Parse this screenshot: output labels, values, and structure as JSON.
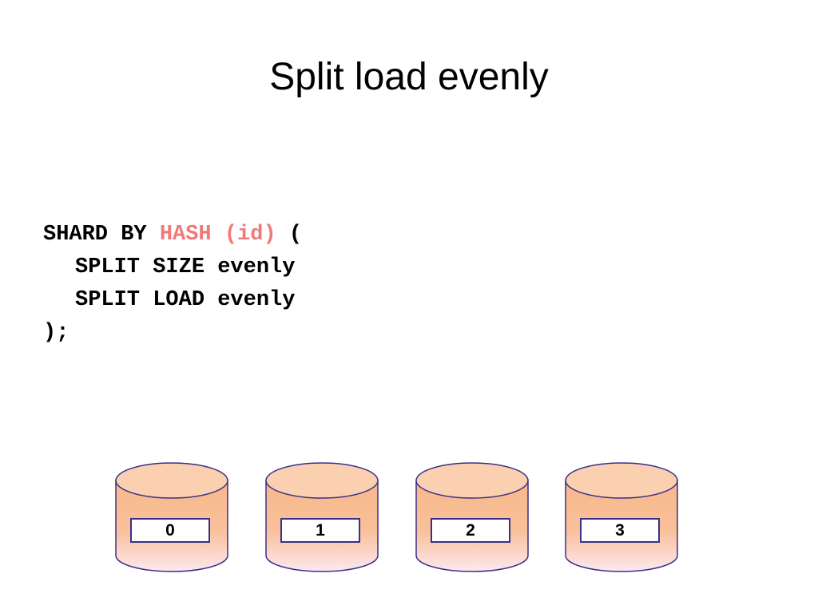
{
  "slide": {
    "title": "Split load evenly"
  },
  "code": {
    "line1_prefix": "SHARD BY ",
    "line1_hash": "HASH (id)",
    "line1_suffix": " (",
    "line2": "SPLIT SIZE evenly",
    "line3": "SPLIT LOAD evenly",
    "line4": ");"
  },
  "shards": [
    {
      "label": "0"
    },
    {
      "label": "1"
    },
    {
      "label": "2"
    },
    {
      "label": "3"
    }
  ],
  "colors": {
    "highlight": "#f07a7a",
    "cylinder_top": "#f8b88a",
    "cylinder_bottom": "#fde8f0",
    "cylinder_stroke": "#3a2f8a"
  },
  "icons": {
    "shard": "database-cylinder-icon"
  }
}
